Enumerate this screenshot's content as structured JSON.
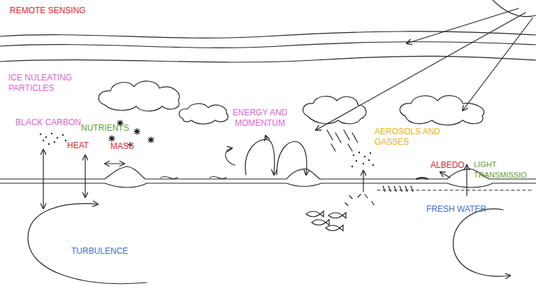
{
  "diagram": {
    "labels": [
      "REMOTE SENSING",
      "ICE NULEATING PARTICLES",
      "BLACK CARBON",
      "NUTRIENTS",
      "HEAT",
      "MASS",
      "ENERGY AND MOMENTUM",
      "AEROSOLS AND GASSES",
      "ALBEDO",
      "LIGHT TRANSMISSIO",
      "FRESH WATER",
      "TURBULENCE"
    ]
  }
}
